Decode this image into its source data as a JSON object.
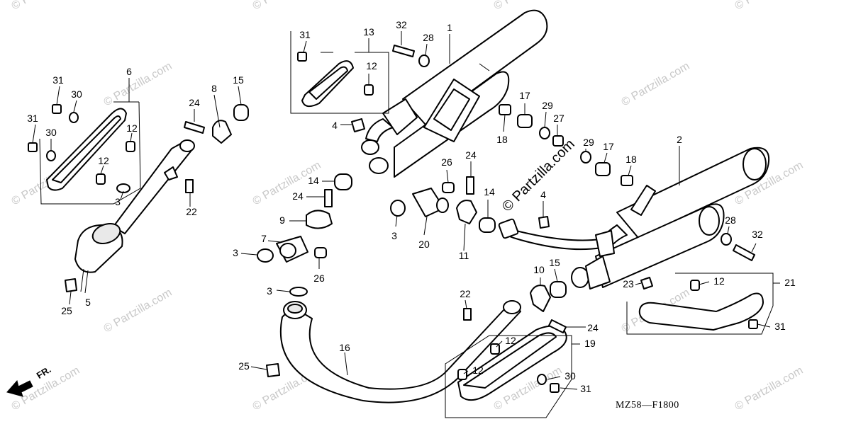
{
  "diagram": {
    "code": "MZ58—F1800",
    "direction_label": "FR.",
    "watermark_text": "© Partzilla.com",
    "watermark_symbol": "©",
    "callouts": [
      {
        "id": "c1",
        "label": "1"
      },
      {
        "id": "c2",
        "label": "2"
      },
      {
        "id": "c3a",
        "label": "3"
      },
      {
        "id": "c3b",
        "label": "3"
      },
      {
        "id": "c3c",
        "label": "3"
      },
      {
        "id": "c3d",
        "label": "3"
      },
      {
        "id": "c4a",
        "label": "4"
      },
      {
        "id": "c4b",
        "label": "4"
      },
      {
        "id": "c5",
        "label": "5"
      },
      {
        "id": "c6",
        "label": "6"
      },
      {
        "id": "c7",
        "label": "7"
      },
      {
        "id": "c8",
        "label": "8"
      },
      {
        "id": "c9",
        "label": "9"
      },
      {
        "id": "c10",
        "label": "10"
      },
      {
        "id": "c11",
        "label": "11"
      },
      {
        "id": "c12a",
        "label": "12"
      },
      {
        "id": "c12b",
        "label": "12"
      },
      {
        "id": "c12c",
        "label": "12"
      },
      {
        "id": "c12d",
        "label": "12"
      },
      {
        "id": "c12e",
        "label": "12"
      },
      {
        "id": "c12f",
        "label": "12"
      },
      {
        "id": "c13",
        "label": "13"
      },
      {
        "id": "c14a",
        "label": "14"
      },
      {
        "id": "c14b",
        "label": "14"
      },
      {
        "id": "c15a",
        "label": "15"
      },
      {
        "id": "c15b",
        "label": "15"
      },
      {
        "id": "c16",
        "label": "16"
      },
      {
        "id": "c17a",
        "label": "17"
      },
      {
        "id": "c17b",
        "label": "17"
      },
      {
        "id": "c18a",
        "label": "18"
      },
      {
        "id": "c18b",
        "label": "18"
      },
      {
        "id": "c19",
        "label": "19"
      },
      {
        "id": "c20",
        "label": "20"
      },
      {
        "id": "c21",
        "label": "21"
      },
      {
        "id": "c22a",
        "label": "22"
      },
      {
        "id": "c22b",
        "label": "22"
      },
      {
        "id": "c23",
        "label": "23"
      },
      {
        "id": "c24a",
        "label": "24"
      },
      {
        "id": "c24b",
        "label": "24"
      },
      {
        "id": "c24c",
        "label": "24"
      },
      {
        "id": "c24d",
        "label": "24"
      },
      {
        "id": "c25a",
        "label": "25"
      },
      {
        "id": "c25b",
        "label": "25"
      },
      {
        "id": "c26a",
        "label": "26"
      },
      {
        "id": "c26b",
        "label": "26"
      },
      {
        "id": "c27",
        "label": "27"
      },
      {
        "id": "c28a",
        "label": "28"
      },
      {
        "id": "c28b",
        "label": "28"
      },
      {
        "id": "c29a",
        "label": "29"
      },
      {
        "id": "c29b",
        "label": "29"
      },
      {
        "id": "c30a",
        "label": "30"
      },
      {
        "id": "c30b",
        "label": "30"
      },
      {
        "id": "c30c",
        "label": "30"
      },
      {
        "id": "c31a",
        "label": "31"
      },
      {
        "id": "c31b",
        "label": "31"
      },
      {
        "id": "c31c",
        "label": "31"
      },
      {
        "id": "c31d",
        "label": "31"
      },
      {
        "id": "c31e",
        "label": "31"
      },
      {
        "id": "c32a",
        "label": "32"
      },
      {
        "id": "c32b",
        "label": "32"
      }
    ]
  }
}
